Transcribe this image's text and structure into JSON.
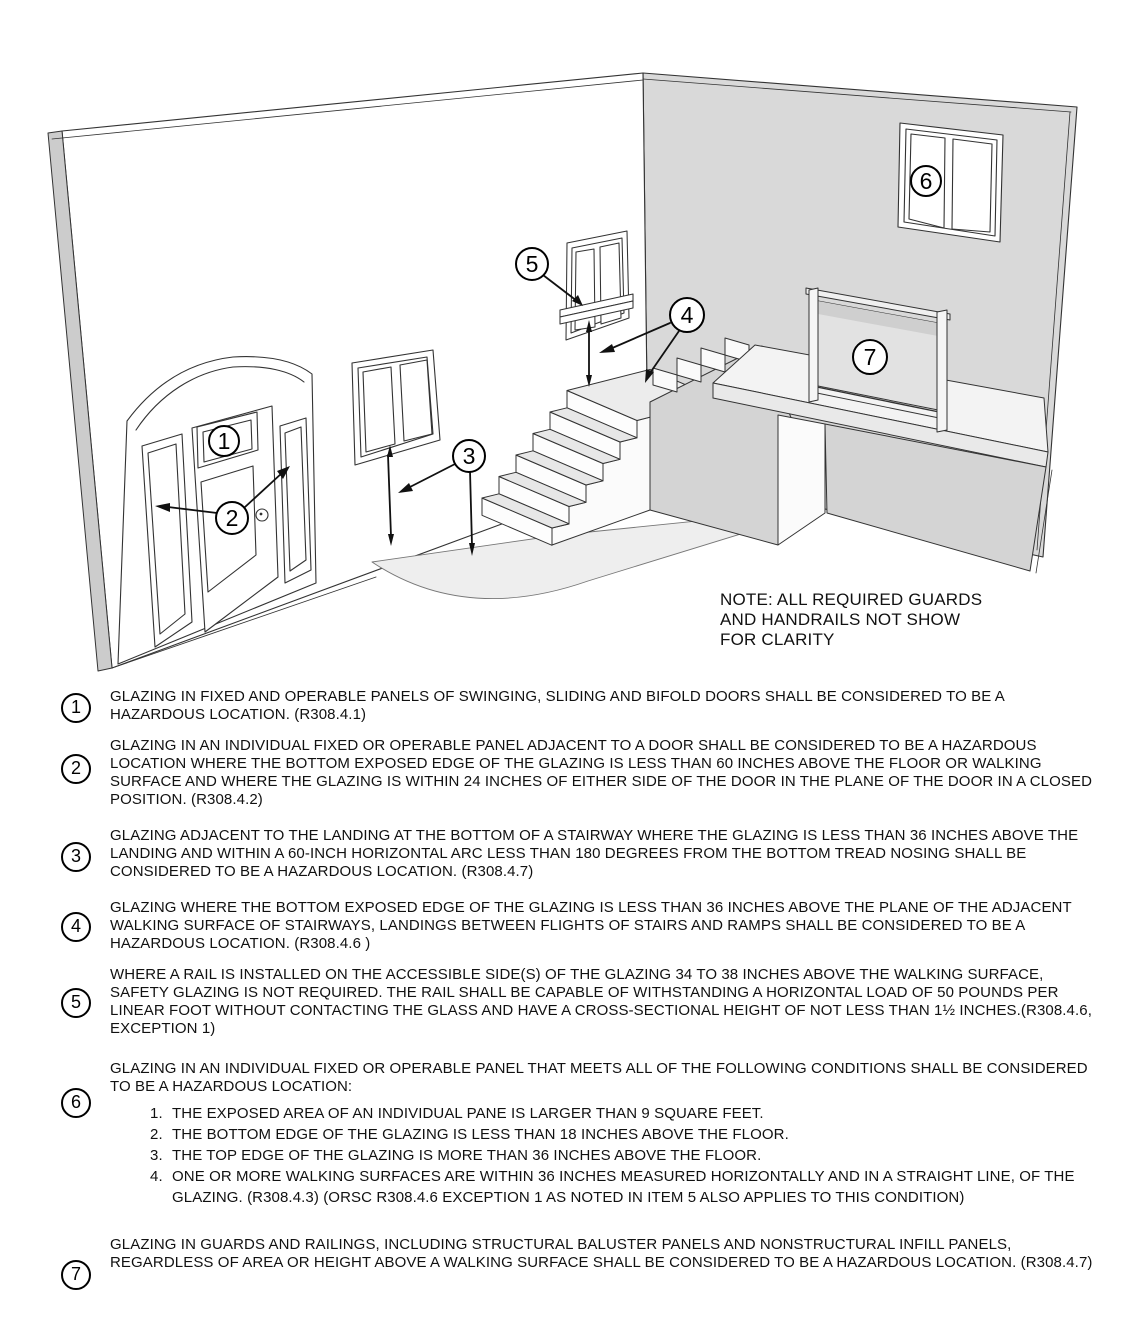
{
  "colors": {
    "wall-gray": "#d9d9d9",
    "box-gray": "#d4d4d4",
    "tread-gray": "#e7e7e7",
    "arc-gray": "#eeeeee",
    "glass-gray": "#e2e2e2",
    "glass-dark": "#cfcfcf",
    "line": "#333333",
    "text": "#1c1c1c"
  },
  "drawing": {
    "callouts": [
      "1",
      "2",
      "3",
      "4",
      "5",
      "6",
      "7"
    ],
    "note_lines": [
      "NOTE: ALL REQUIRED GUARDS",
      "AND HANDRAILS NOT SHOW",
      "FOR CLARITY"
    ]
  },
  "items": [
    {
      "num": "1",
      "text": "GLAZING IN FIXED AND OPERABLE PANELS OF SWINGING, SLIDING AND BIFOLD DOORS SHALL BE CONSIDERED TO BE A HAZARDOUS LOCATION. (R308.4.1)"
    },
    {
      "num": "2",
      "text": "GLAZING IN AN INDIVIDUAL FIXED OR OPERABLE PANEL ADJACENT TO A DOOR SHALL BE CONSIDERED TO BE A HAZARDOUS LOCATION WHERE THE BOTTOM EXPOSED EDGE OF THE GLAZING IS LESS THAN 60 INCHES ABOVE THE FLOOR OR WALKING SURFACE AND WHERE THE GLAZING IS WITHIN 24 INCHES OF EITHER SIDE OF THE DOOR IN THE PLANE OF THE DOOR IN A CLOSED POSITION. (R308.4.2)"
    },
    {
      "num": "3",
      "text": "GLAZING ADJACENT TO THE LANDING AT THE BOTTOM OF A STAIRWAY WHERE THE GLAZING IS LESS THAN 36 INCHES ABOVE THE LANDING AND WITHIN A 60-INCH HORIZONTAL ARC LESS THAN 180 DEGREES FROM THE BOTTOM TREAD NOSING SHALL BE CONSIDERED TO BE A HAZARDOUS LOCATION. (R308.4.7)"
    },
    {
      "num": "4",
      "text": "GLAZING WHERE THE BOTTOM EXPOSED EDGE OF THE GLAZING IS LESS THAN 36 INCHES ABOVE THE PLANE OF THE ADJACENT WALKING SURFACE OF STAIRWAYS, LANDINGS BETWEEN FLIGHTS OF STAIRS AND RAMPS SHALL BE CONSIDERED TO BE A HAZARDOUS LOCATION. (R308.4.6 )"
    },
    {
      "num": "5",
      "text": "WHERE A RAIL IS INSTALLED ON THE ACCESSIBLE SIDE(S) OF THE GLAZING 34 TO 38 INCHES ABOVE THE WALKING SURFACE, SAFETY GLAZING IS NOT REQUIRED. THE RAIL SHALL BE CAPABLE OF WITHSTANDING A HORIZONTAL LOAD OF 50 POUNDS PER LINEAR FOOT WITHOUT CONTACTING THE GLASS AND HAVE A CROSS-SECTIONAL HEIGHT OF NOT LESS THAN 1½ INCHES.(R308.4.6, EXCEPTION 1)",
      "ref": "R308.4.6, EXCEPTION 1"
    },
    {
      "num": "6",
      "text": "GLAZING IN AN INDIVIDUAL FIXED OR OPERABLE PANEL THAT MEETS ALL OF THE FOLLOWING CONDITIONS SHALL BE CONSIDERED TO BE A HAZARDOUS LOCATION:",
      "subitems": [
        {
          "num": "1.",
          "text": "THE EXPOSED AREA OF AN INDIVIDUAL PANE IS LARGER THAN 9 SQUARE FEET."
        },
        {
          "num": "2.",
          "text": "THE BOTTOM EDGE OF THE GLAZING IS LESS THAN 18 INCHES ABOVE THE FLOOR."
        },
        {
          "num": "3.",
          "text": "THE TOP EDGE OF THE GLAZING IS MORE THAN 36 INCHES ABOVE THE FLOOR."
        },
        {
          "num": "4.",
          "text": "ONE OR MORE WALKING SURFACES ARE WITHIN 36 INCHES MEASURED HORIZONTALLY AND IN A STRAIGHT LINE, OF THE GLAZING. (R308.4.3)  (ORSC R308.4.6 EXCEPTION 1 AS NOTED IN ITEM 5 ALSO APPLIES TO THIS CONDITION)"
        }
      ]
    },
    {
      "num": "7",
      "text": "GLAZING IN GUARDS AND RAILINGS, INCLUDING STRUCTURAL BALUSTER PANELS AND NONSTRUCTURAL INFILL PANELS, REGARDLESS OF AREA OR HEIGHT ABOVE A WALKING SURFACE SHALL BE CONSIDERED TO BE A HAZARDOUS LOCATION. (R308.4.7)"
    }
  ]
}
